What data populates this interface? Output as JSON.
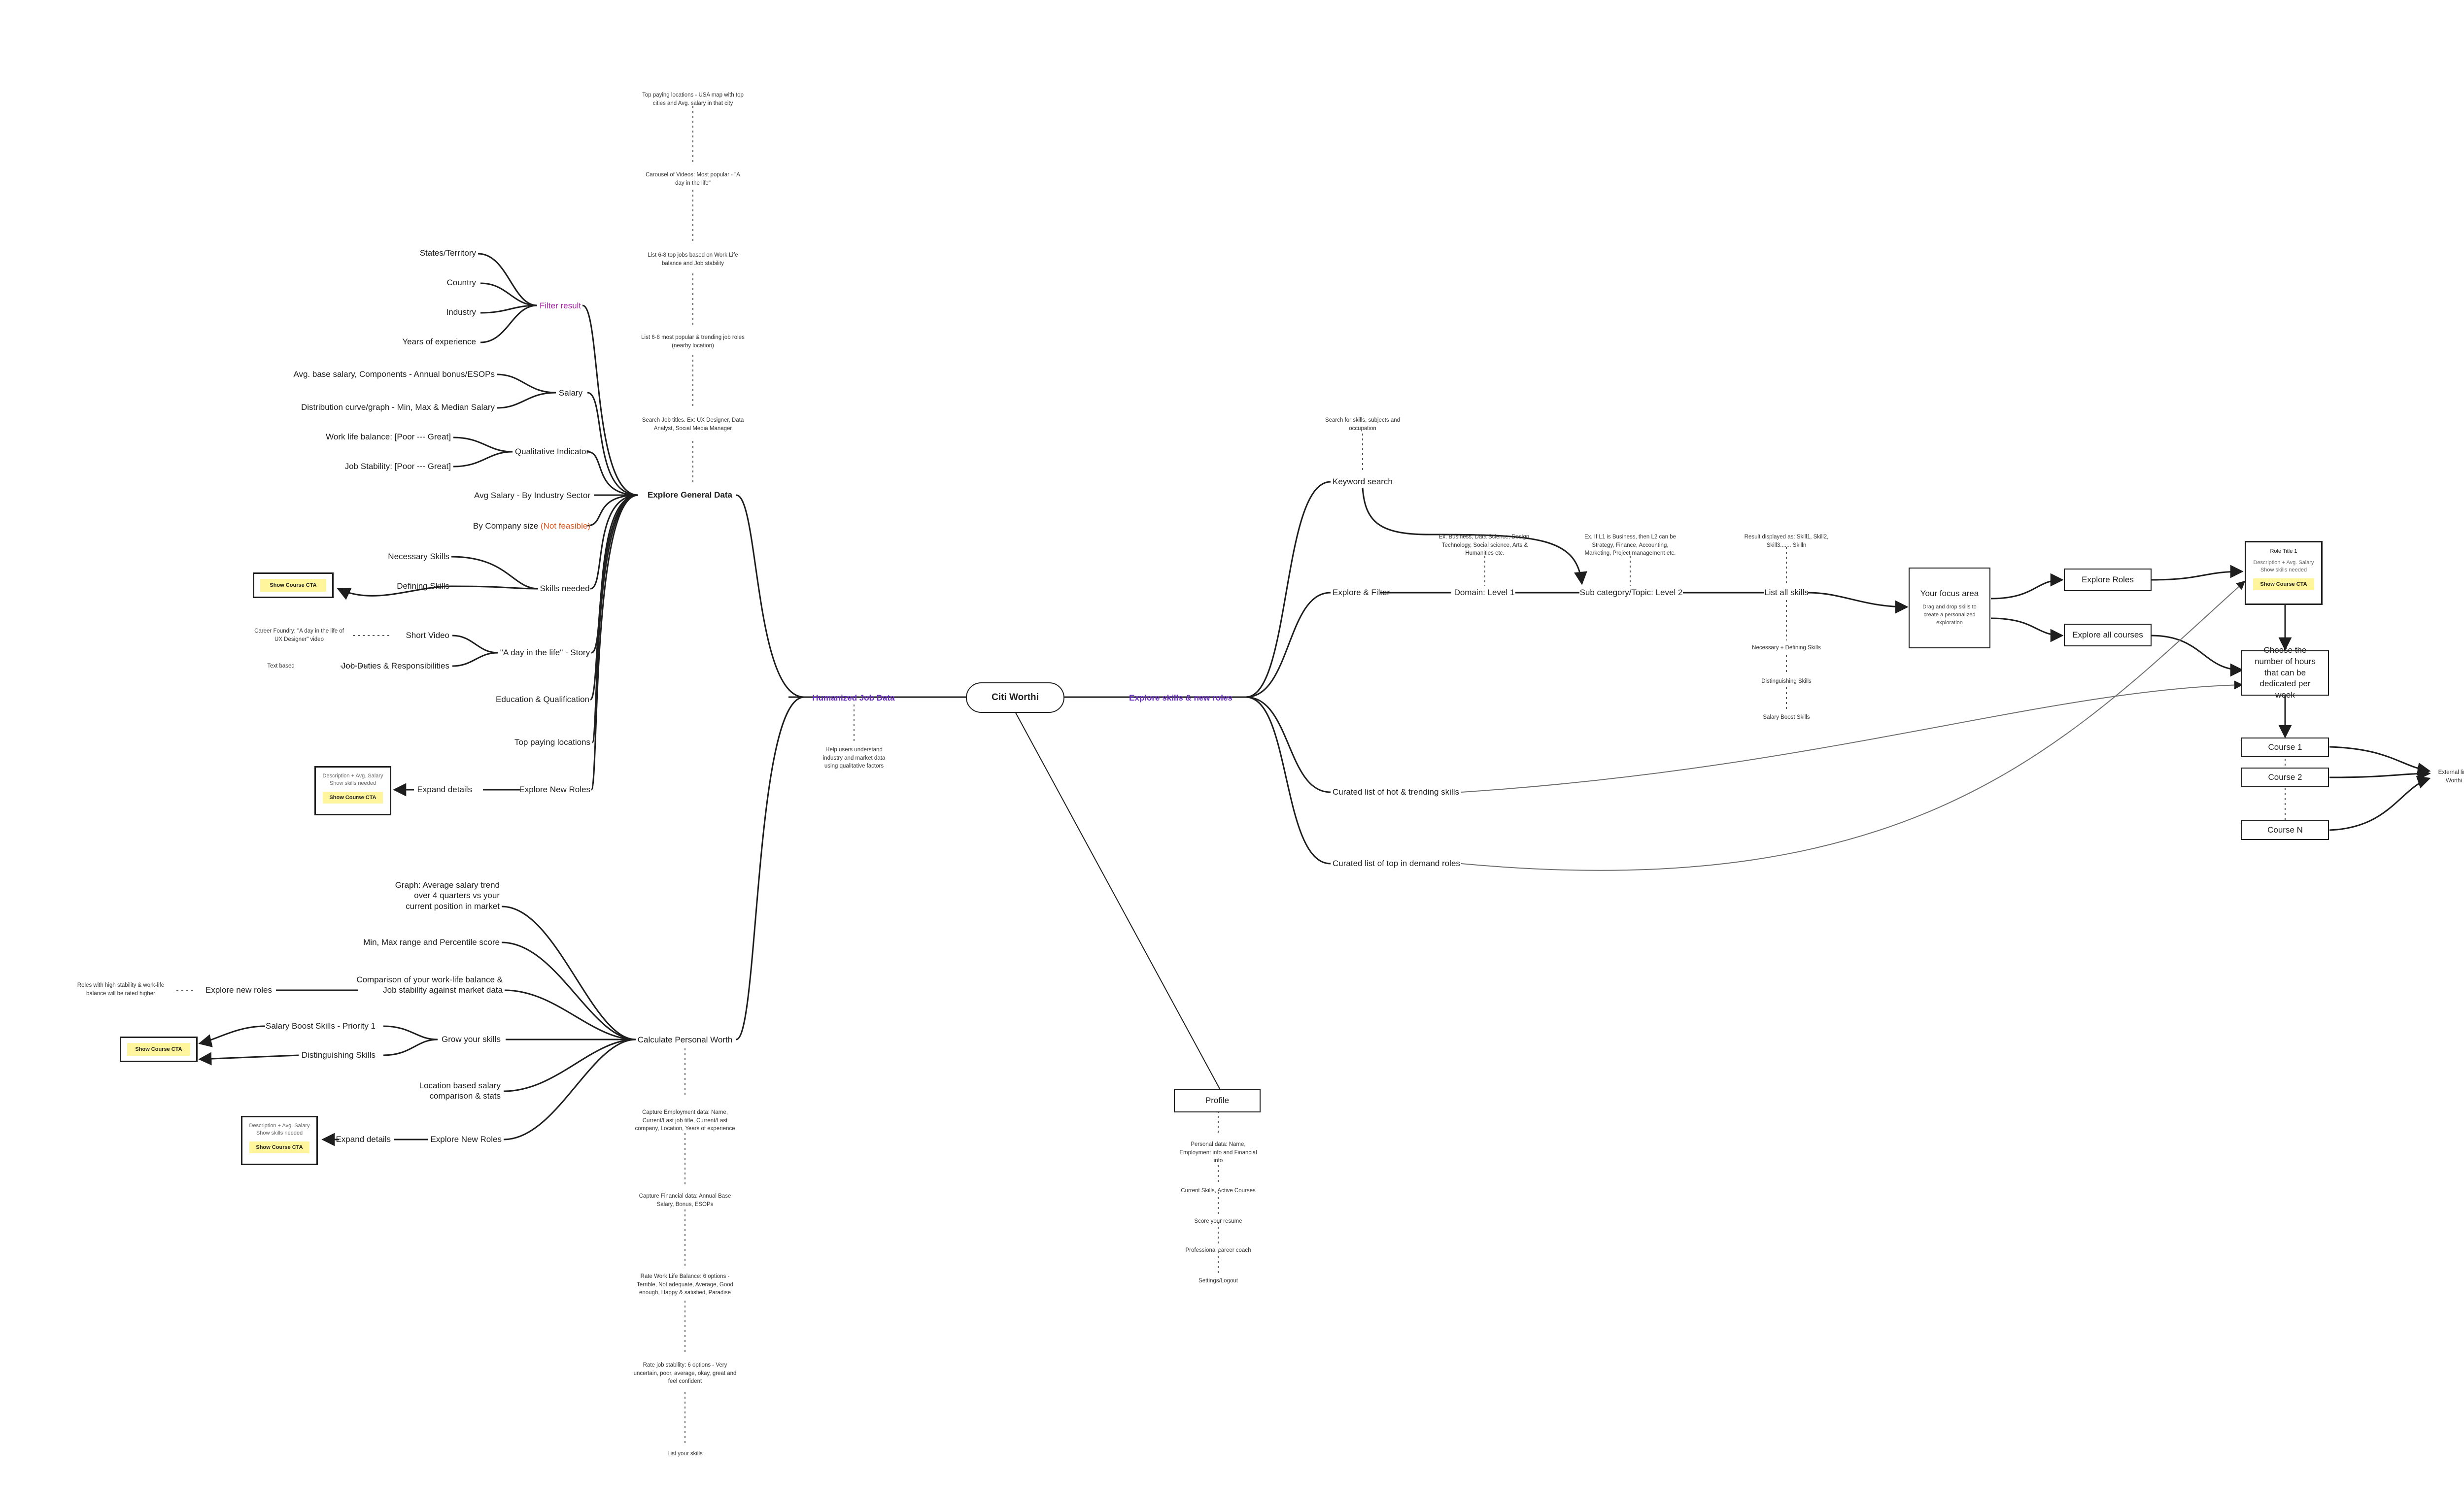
{
  "root": {
    "title": "Citi Worthi"
  },
  "branches": {
    "humanized": "Humanized Job Data",
    "humanized_note": "Help users understand industry and market data using qualitative factors",
    "explore_roles": "Explore skills & new roles",
    "profile": "Profile"
  },
  "explore_general": {
    "title": "Explore General Data",
    "filter_result": "Filter result",
    "filters": [
      "States/Territory",
      "Country",
      "Industry",
      "Years of experience"
    ],
    "salary": "Salary",
    "salary_items": [
      "Avg. base salary, Components - Annual bonus/ESOPs",
      "Distribution curve/graph - Min, Max & Median Salary"
    ],
    "qualitative": "Qualitative Indicator",
    "qualitative_items": [
      "Work life balance: [Poor --- Great]",
      "Job Stability: [Poor --- Great]"
    ],
    "avg_salary_sector": "Avg Salary - By Industry Sector",
    "company_size": "By Company size",
    "not_feasible": "(Not feasible)",
    "skills_needed": "Skills needed",
    "skill_items": [
      "Necessary Skills",
      "Defining Skills"
    ],
    "show_cta": "Show Course CTA",
    "day_story": "\"A day in the life\" - Story",
    "short_video": "Short Video",
    "short_video_note": "Career Foundry: \"A day in the life of UX Designer\" video",
    "job_duties": "Job Duties & Responsibilities",
    "text_based": "Text based",
    "education": "Education & Qualification",
    "top_locations": "Top paying locations",
    "explore_new_roles": "Explore New Roles",
    "expand_details": "Expand details",
    "card_desc": "Description + Avg. Salary Show skills needed",
    "vertical_notes": [
      "Top paying locations - USA map with top cities and Avg. salary in that city",
      "Carousel of Videos: Most popular - \"A day in the life\"",
      "List 6-8 top jobs based on Work Life balance and Job stability",
      "List 6-8 most popular & trending job roles (nearby location)",
      "Search Job titles. Ex: UX Designer, Data Analyst, Social Media Manager"
    ]
  },
  "personal_worth": {
    "title": "Calculate Personal Worth",
    "graph": "Graph: Average salary trend over 4 quarters vs your current position in market",
    "min_max": "Min, Max range and Percentile score",
    "comparison": "Comparison of your work-life balance & Job stability against market data",
    "explore_new_roles_lc": "Explore new roles",
    "roles_note": "Roles with high stability & work-life balance will be rated higher",
    "grow_skills": "Grow your skills",
    "salary_boost": "Salary Boost Skills - Priority 1",
    "distinguishing": "Distinguishing Skills",
    "location_based": "Location based salary comparison & stats",
    "explore_new_roles": "Explore New Roles",
    "expand_details": "Expand details",
    "vertical_notes": [
      "Capture Employment data: Name, Current/Last job title, Current/Last company, Location, Years of experience",
      "Capture Financial data: Annual Base Salary, Bonus, ESOPs",
      "Rate Work Life Balance: 6 options - Terrible, Not adequate, Average, Good enough, Happy & satisfied, Paradise",
      "Rate job stability: 6 options - Very uncertain, poor, average, okay, great and feel confident",
      "List your skills"
    ]
  },
  "profile_notes": [
    "Personal data: Name, Employment info and Financial info",
    "Current Skills, Active Courses",
    "Score your resume",
    "Professional career coach",
    "Settings/Logout"
  ],
  "explore_skills": {
    "keyword_search": "Keyword search",
    "keyword_note": "Search for skills, subjects and occupation",
    "explore_filter": "Explore & Filter",
    "domain": "Domain: Level 1",
    "domain_note": "Ex. Business, Data Science, Design, Technology, Social science, Arts & Humanities etc.",
    "subcategory": "Sub category/Topic: Level 2",
    "subcategory_note": "Ex. If L1 is Business, then L2 can be Strategy, Finance, Accounting, Marketing, Project management etc.",
    "list_skills": "List all skills",
    "list_note": "Result displayed as: Skill1, Skill2, Skill3....... Skilln",
    "skill_list": [
      "Necessary + Defining Skills",
      "Distinguishing Skills",
      "Salary Boost Skills"
    ],
    "focus_area": "Your focus area",
    "focus_note": "Drag and drop skills to create a personalized exploration",
    "explore_roles": "Explore Roles",
    "explore_courses": "Explore all courses",
    "role_title": "Role Title 1",
    "choose_hours": "Choose the number of hours that can be dedicated per week",
    "courses": [
      "Course 1",
      "Course 2",
      "Course N"
    ],
    "external_note": "External link: Takes user outside Worthi Product ecosystem",
    "curated_hot": "Curated list of hot & trending skills",
    "curated_demand": "Curated list of top in demand roles"
  }
}
